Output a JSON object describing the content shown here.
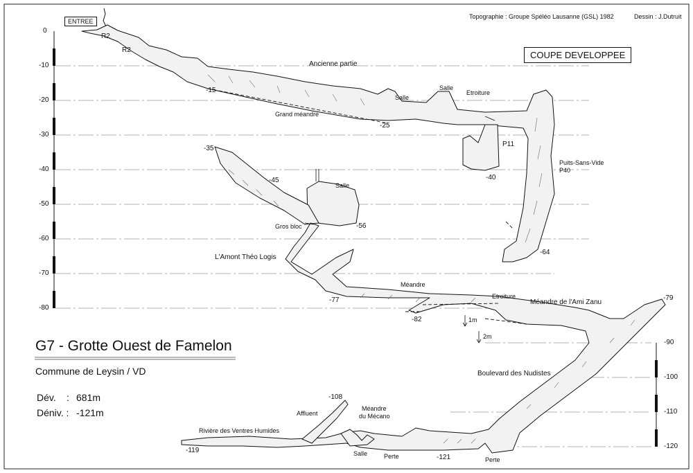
{
  "header": {
    "credits": "Topographie : Groupe Spéléo Lausanne (GSL) 1982",
    "drawing": "Dessin : J.Dutruit"
  },
  "view_label": "COUPE DEVELOPPEE",
  "entrance_label": "ENTREE",
  "title": "G7 - Grotte Ouest de Famelon",
  "subtitle": "Commune de Leysin / VD",
  "stats": {
    "dev_label": "Dév.",
    "dev_sep": ":",
    "dev_value": "681m",
    "deniv_label": "Déniv. :",
    "deniv_value": "-121m"
  },
  "left_scale": [
    "0",
    "-10",
    "-20",
    "-30",
    "-40",
    "-50",
    "-60",
    "-70",
    "-80"
  ],
  "right_scale": [
    "-90",
    "-100",
    "-110",
    "-120"
  ],
  "place_labels": {
    "r2a": "R2",
    "r2b": "R2",
    "ancienne": "Ancienne partie",
    "salle1": "Salle",
    "salle2": "Salle",
    "etroiture1": "Etroiture",
    "grand_meandre": "Grand méandre",
    "p11": "P11",
    "puits": "Puits-Sans-Vide",
    "p40": "P40",
    "salle3": "Salle",
    "gros_bloc": "Gros bloc",
    "amont": "L'Amont Théo Logis",
    "meandre": "Méandre",
    "etroiture2": "Etroiture",
    "ami_zanu": "Méandre de l'Ami Zanu",
    "m1": "1m",
    "m2": "2m",
    "boulevard": "Boulevard des Nudistes",
    "affluent": "Affluent",
    "mecano1": "Méandre",
    "mecano2": "du Mécano",
    "riviere": "Rivière des Ventres Humides",
    "salle4": "Salle",
    "perte1": "Perte",
    "perte2": "Perte"
  },
  "depth_marks": {
    "d15": "-15",
    "d25": "-25",
    "d35": "-35",
    "d40": "-40",
    "d45": "-45",
    "d56": "-56",
    "d64": "-64",
    "d77": "-77",
    "d82": "-82",
    "d79": "-79",
    "d108": "-108",
    "d119": "-119",
    "d121": "-121"
  }
}
